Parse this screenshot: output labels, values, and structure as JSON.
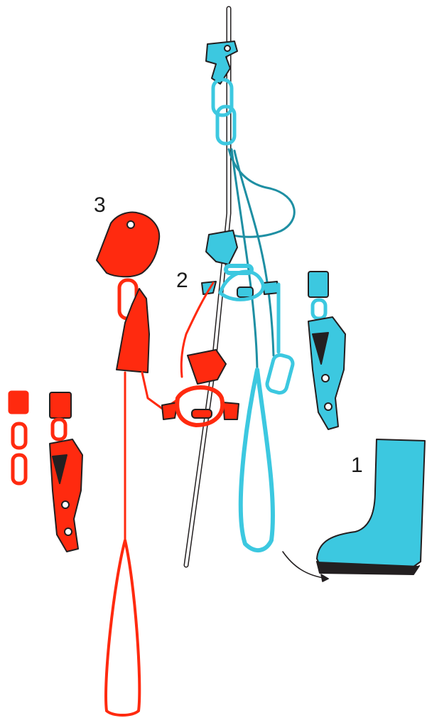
{
  "colors": {
    "primary_step": "#FF2A0F",
    "secondary_step": "#3CC8E0",
    "outline": "#231F20",
    "rope": "#FFFFFF"
  },
  "labels": {
    "step1": "1",
    "step2": "2",
    "step3": "3"
  }
}
